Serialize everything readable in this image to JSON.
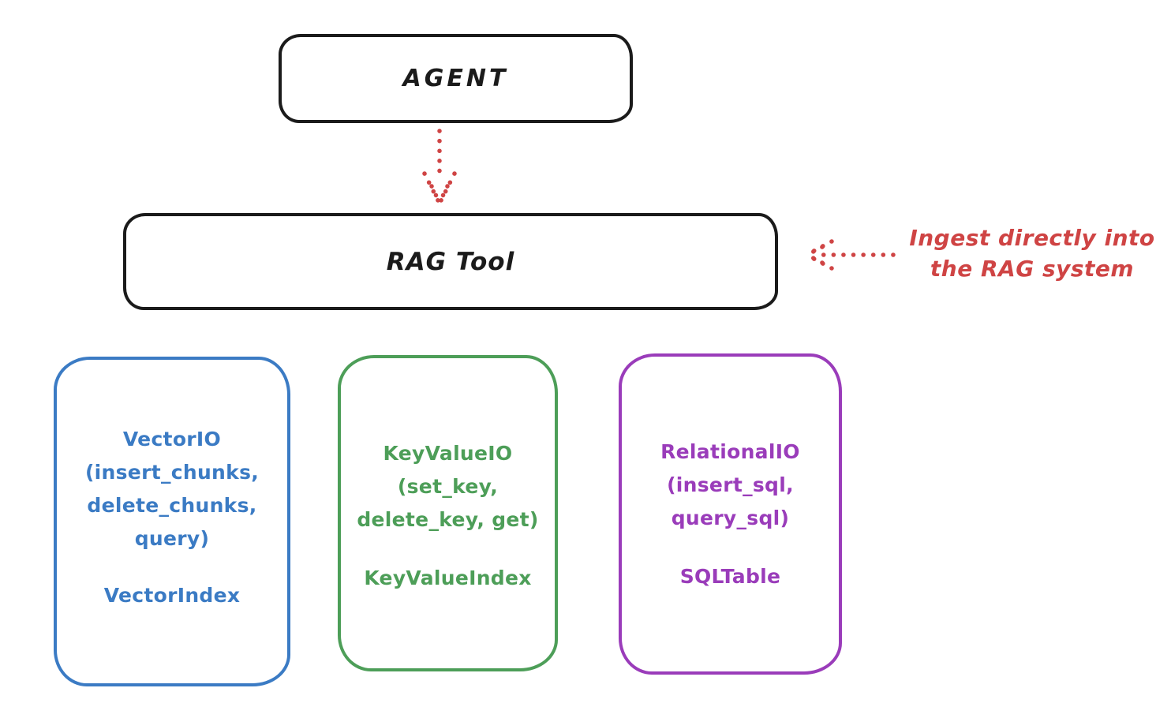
{
  "diagram": {
    "agent": {
      "label": "AGENT"
    },
    "rag_tool": {
      "label": "RAG Tool"
    },
    "annotation": {
      "lines": [
        "Ingest directly into",
        "the RAG system"
      ]
    },
    "backends": [
      {
        "id": "vector-io",
        "lines": [
          "VectorIO",
          "(insert_chunks,",
          "delete_chunks,",
          "query)"
        ],
        "index": "VectorIndex"
      },
      {
        "id": "keyvalue-io",
        "lines": [
          "KeyValueIO",
          "(set_key,",
          "delete_key, get)"
        ],
        "index": "KeyValueIndex"
      },
      {
        "id": "relational-io",
        "lines": [
          "RelationalIO",
          "(insert_sql,",
          "query_sql)"
        ],
        "index": "SQLTable"
      }
    ],
    "colors": {
      "outline_black": "#1b1b1b",
      "arrow_red": "#cf4444",
      "vector_blue": "#3b7bc4",
      "keyvalue_green": "#4d9e58",
      "relational_purple": "#9a3cba",
      "background": "#ffffff"
    }
  }
}
